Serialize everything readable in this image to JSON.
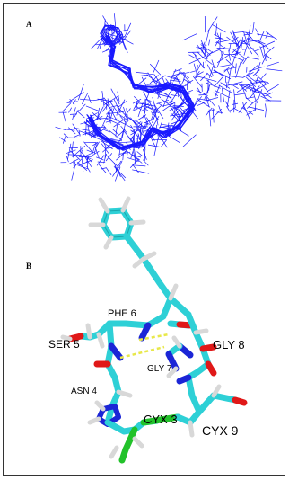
{
  "panels": {
    "a": {
      "label": "A"
    },
    "b": {
      "label": "B"
    }
  },
  "residues": {
    "phe6": "PHE 6",
    "ser5": "SER 5",
    "gly8": "GLY 8",
    "gly7": "GLY 7",
    "asn4": "ASN 4",
    "cyx3": "CYX 3",
    "cyx9": "CYX 9"
  },
  "colors": {
    "ensemble": "#1a1aff",
    "carbon": "#2ed0d6",
    "hydrogen": "#d8d8d8",
    "nitrogen": "#1b25d6",
    "oxygen": "#e01818",
    "sulfur": "#22c22a",
    "hbond": "#e8e84a",
    "frame": "#333333"
  }
}
